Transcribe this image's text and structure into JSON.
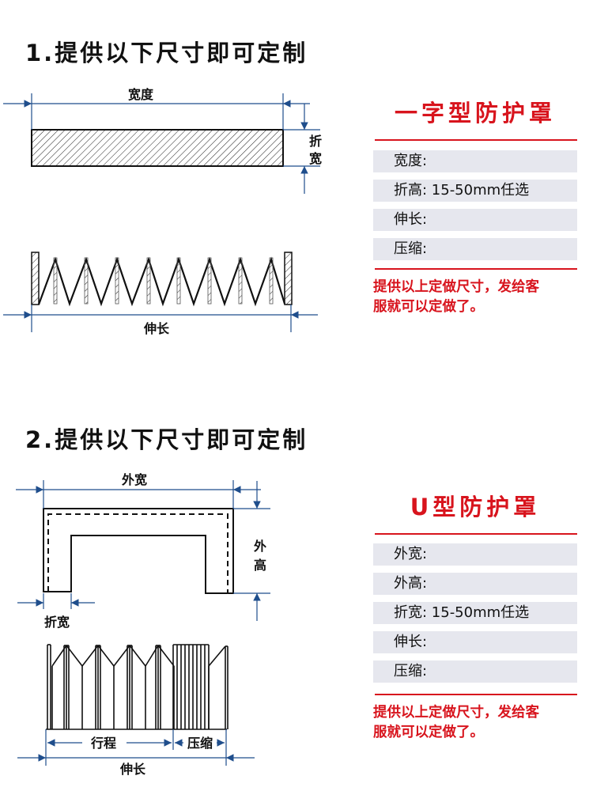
{
  "section1": {
    "title": "1.提供以下尺寸即可定制",
    "diagram_labels": {
      "width": "宽度",
      "fold_width": [
        "折",
        "宽"
      ],
      "extension": "伸长"
    },
    "panel": {
      "title": "一字型防护罩",
      "rows": [
        {
          "label": "宽度:"
        },
        {
          "label": "折高: 15-50mm任选"
        },
        {
          "label": "伸长:"
        },
        {
          "label": "压缩:"
        }
      ],
      "note": [
        "提供以上定做尺寸，发给客",
        "服就可以定做了。"
      ]
    }
  },
  "section2": {
    "title": "2.提供以下尺寸即可定制",
    "diagram_labels": {
      "outer_width": "外宽",
      "outer_height": [
        "外",
        "高"
      ],
      "fold_width": "折宽",
      "stroke": "行程",
      "compression": "压缩",
      "extension": "伸长"
    },
    "panel": {
      "title": "U型防护罩",
      "rows": [
        {
          "label": "外宽:"
        },
        {
          "label": "外高:"
        },
        {
          "label": "折宽: 15-50mm任选"
        },
        {
          "label": "伸长:"
        },
        {
          "label": "压缩:"
        }
      ],
      "note": [
        "提供以上定做尺寸，发给客",
        "服就可以定做了。"
      ]
    }
  },
  "colors": {
    "accent_red": "#d8141d",
    "dimension_blue": "#1f4e8c",
    "row_bg": "#e6e7ee"
  }
}
